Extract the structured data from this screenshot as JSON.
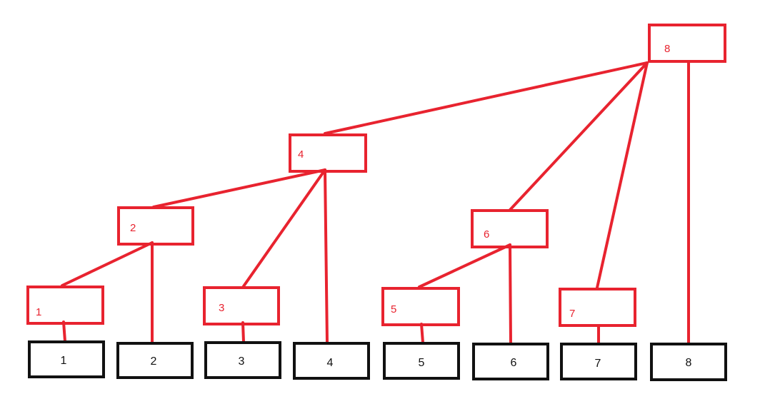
{
  "colors": {
    "tree": "#e8232f",
    "array": "#111111",
    "background": "#ffffff"
  },
  "tree_nodes": [
    {
      "id": "t1",
      "label": "1"
    },
    {
      "id": "t2",
      "label": "2"
    },
    {
      "id": "t3",
      "label": "3"
    },
    {
      "id": "t4",
      "label": "4"
    },
    {
      "id": "t5",
      "label": "5"
    },
    {
      "id": "t6",
      "label": "6"
    },
    {
      "id": "t7",
      "label": "7"
    },
    {
      "id": "t8",
      "label": "8"
    }
  ],
  "array_cells": [
    {
      "id": "a1",
      "label": "1"
    },
    {
      "id": "a2",
      "label": "2"
    },
    {
      "id": "a3",
      "label": "3"
    },
    {
      "id": "a4",
      "label": "4"
    },
    {
      "id": "a5",
      "label": "5"
    },
    {
      "id": "a6",
      "label": "6"
    },
    {
      "id": "a7",
      "label": "7"
    },
    {
      "id": "a8",
      "label": "8"
    }
  ],
  "edges": [
    {
      "from": "t8",
      "to": "t4"
    },
    {
      "from": "t8",
      "to": "t6"
    },
    {
      "from": "t8",
      "to": "t7"
    },
    {
      "from": "t8",
      "to": "a8"
    },
    {
      "from": "t4",
      "to": "t2"
    },
    {
      "from": "t4",
      "to": "t3"
    },
    {
      "from": "t4",
      "to": "a4"
    },
    {
      "from": "t2",
      "to": "t1"
    },
    {
      "from": "t2",
      "to": "a2"
    },
    {
      "from": "t6",
      "to": "t5"
    },
    {
      "from": "t6",
      "to": "a6"
    },
    {
      "from": "t1",
      "to": "a1"
    },
    {
      "from": "t3",
      "to": "a3"
    },
    {
      "from": "t5",
      "to": "a5"
    },
    {
      "from": "t7",
      "to": "a7"
    }
  ]
}
